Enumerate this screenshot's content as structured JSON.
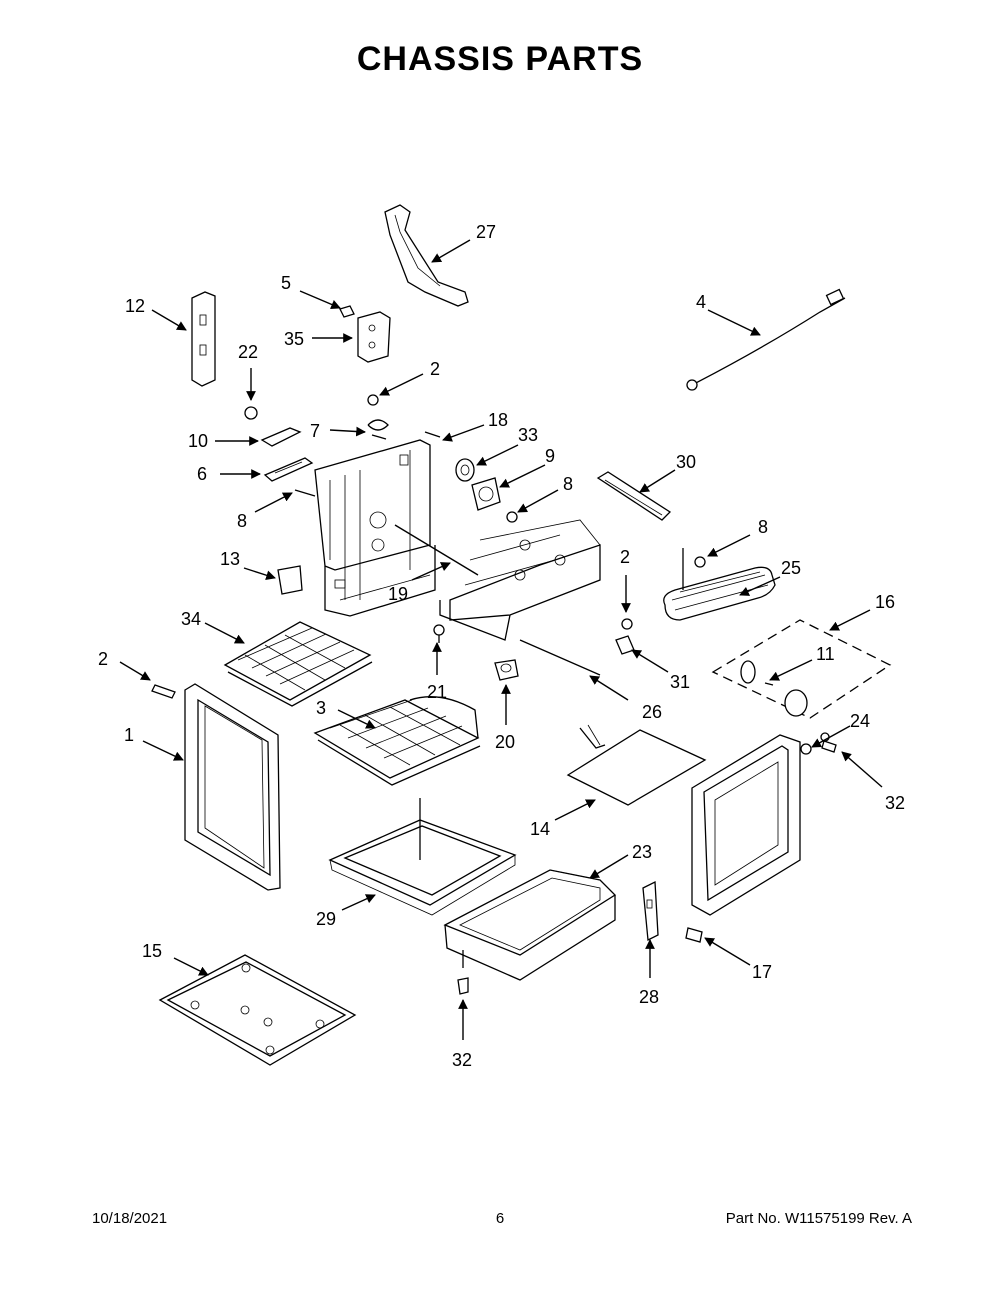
{
  "title": "CHASSIS PARTS",
  "footer": {
    "date": "10/18/2021",
    "page": "6",
    "part_no": "Part No.  W11575199  Rev.  A"
  },
  "callouts": {
    "c1": "1",
    "c2a": "2",
    "c2b": "2",
    "c2c": "2",
    "c3": "3",
    "c4": "4",
    "c5": "5",
    "c6": "6",
    "c7": "7",
    "c8a": "8",
    "c8b": "8",
    "c8c": "8",
    "c9": "9",
    "c10": "10",
    "c11": "11",
    "c12": "12",
    "c13": "13",
    "c14": "14",
    "c15": "15",
    "c16": "16",
    "c17": "17",
    "c18": "18",
    "c19": "19",
    "c20": "20",
    "c21": "21",
    "c22": "22",
    "c23": "23",
    "c24": "24",
    "c25": "25",
    "c26": "26",
    "c27": "27",
    "c28": "28",
    "c29": "29",
    "c30": "30",
    "c31": "31",
    "c32a": "32",
    "c32b": "32",
    "c33": "33",
    "c34": "34",
    "c35": "35"
  }
}
